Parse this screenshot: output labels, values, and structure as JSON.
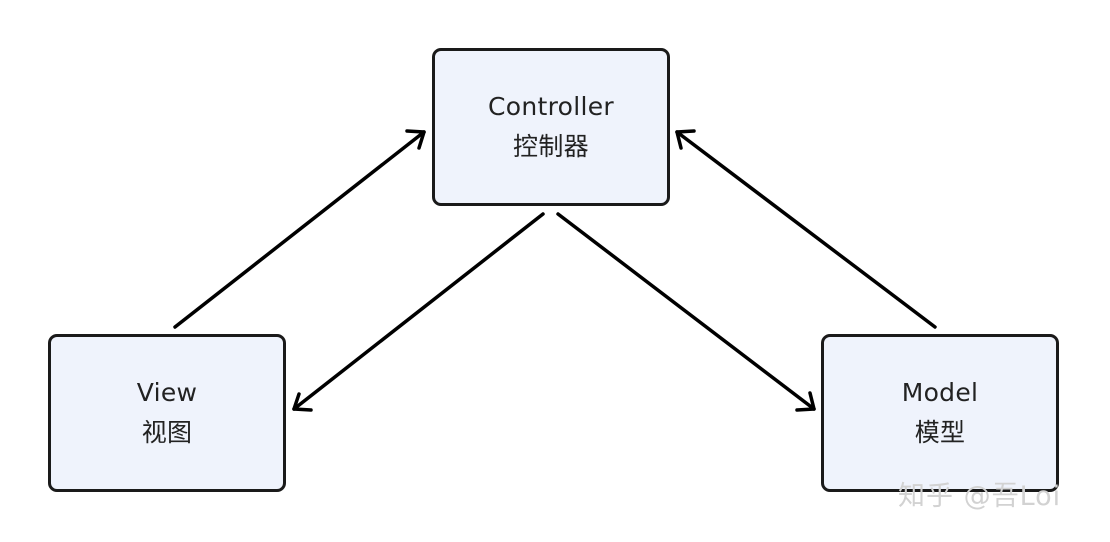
{
  "nodes": {
    "controller": {
      "title": "Controller",
      "subtitle": "控制器"
    },
    "view": {
      "title": "View",
      "subtitle": "视图"
    },
    "model": {
      "title": "Model",
      "subtitle": "模型"
    }
  },
  "edges": [
    {
      "from": "view",
      "to": "controller"
    },
    {
      "from": "controller",
      "to": "view"
    },
    {
      "from": "controller",
      "to": "model"
    },
    {
      "from": "model",
      "to": "controller"
    }
  ],
  "colors": {
    "node_fill": "#eff3fc",
    "node_border": "#1a1a1a",
    "arrow": "#000000",
    "watermark": "#d2d2d2"
  },
  "watermark": "知乎 @吾Loi"
}
